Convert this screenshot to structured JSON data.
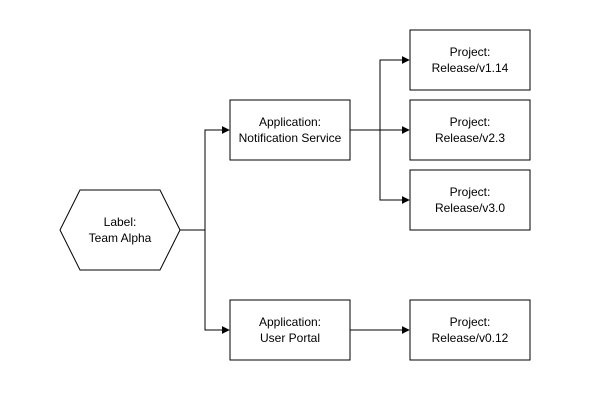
{
  "diagram": {
    "label_node": {
      "line1": "Label:",
      "line2": "Team Alpha"
    },
    "applications": [
      {
        "line1": "Application:",
        "line2": "Notification Service"
      },
      {
        "line1": "Application:",
        "line2": "User Portal"
      }
    ],
    "projects": [
      {
        "line1": "Project:",
        "line2": "Release/v1.14"
      },
      {
        "line1": "Project:",
        "line2": "Release/v2.3"
      },
      {
        "line1": "Project:",
        "line2": "Release/v3.0"
      },
      {
        "line1": "Project:",
        "line2": "Release/v0.12"
      }
    ],
    "colors": {
      "stroke": "#000000",
      "fill": "#ffffff",
      "text": "#000000"
    }
  }
}
